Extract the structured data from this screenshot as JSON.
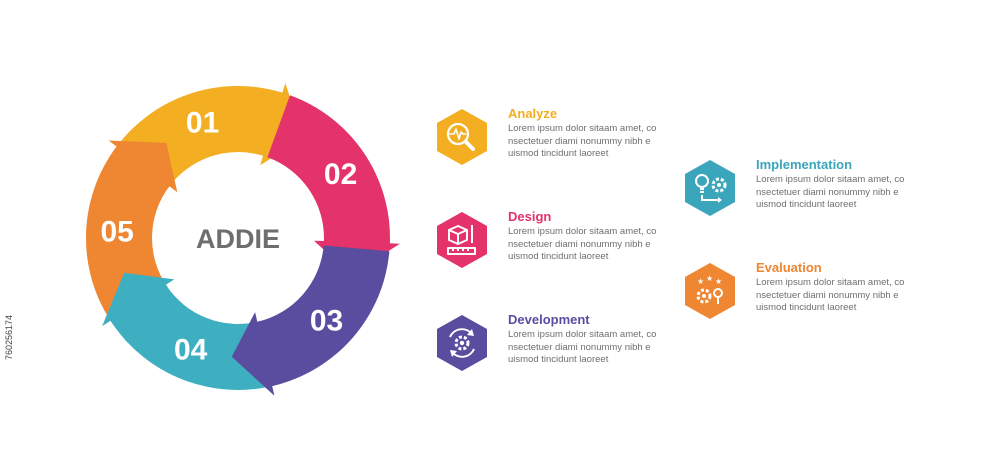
{
  "center_label": "ADDIE",
  "segments": [
    {
      "number": "01",
      "color": "#f3ae21"
    },
    {
      "number": "02",
      "color": "#e3336a"
    },
    {
      "number": "03",
      "color": "#5a4c9f"
    },
    {
      "number": "04",
      "color": "#3eafc0"
    },
    {
      "number": "05",
      "color": "#ee8632"
    }
  ],
  "items": [
    {
      "title": "Analyze",
      "color": "#f3ae21",
      "icon": "magnifier-pulse-icon",
      "lines": [
        "Lorem ipsum dolor sitaam amet, co",
        "nsectetuer diami nonummy  nibh e",
        "uismod tincidunt laoreet"
      ]
    },
    {
      "title": "Design",
      "color": "#e3336a",
      "icon": "cube-ruler-pencil-icon",
      "lines": [
        "Lorem ipsum dolor sitaam amet, co",
        "nsectetuer diami nonummy  nibh e",
        "uismod tincidunt laoreet"
      ]
    },
    {
      "title": "Development",
      "color": "#5a4c9f",
      "icon": "gear-cycle-icon",
      "lines": [
        "Lorem ipsum dolor sitaam amet, co",
        "nsectetuer diami nonummy  nibh e",
        "uismod tincidunt laoreet"
      ]
    },
    {
      "title": "Implementation",
      "color": "#3ba5bb",
      "icon": "bulb-gear-icon",
      "lines": [
        "Lorem ipsum dolor sitaam amet, co",
        "nsectetuer diami nonummy  nibh e",
        "uismod tincidunt laoreet"
      ]
    },
    {
      "title": "Evaluation",
      "color": "#ee8632",
      "icon": "stars-gears-icon",
      "lines": [
        "Lorem ipsum dolor sitaam amet, co",
        "nsectetuer diami nonummy  nibh e",
        "uismod tincidunt laoreet"
      ]
    }
  ],
  "stock_id": "760256174"
}
